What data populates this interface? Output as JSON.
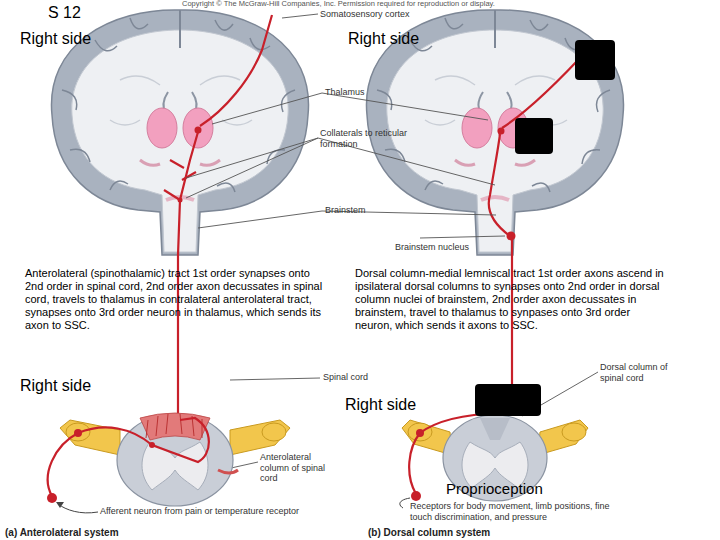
{
  "diagram": {
    "labels": [
      "S 12",
      "Copyright © The McGraw-Hill Companies, Inc. Permission required for reproduction or display.",
      "Right side",
      "Right side",
      "Somatosensory cortex",
      "Thalamus",
      "Collaterals to reticular formation",
      "Brainstem",
      "Brainstem nucleus",
      "Anterolateral (spinothalamic) tract 1st order synapses onto 2nd order in spinal cord, 2nd order axon decussates in spinal cord, travels to thalamus in contralateral anterolateral tract, synapses onto 3rd order neuron in thalamus, which sends its axon to SSC.",
      "Dorsal column-medial lemniscal tract 1st order axons ascend in ipsilateral dorsal columns to synapses onto 2nd order in dorsal column nuclei of brainstem, 2nd order axon decussates in brainstem, travel to thalamus to synpases onto 3rd order neuron, which sends it axons to SSC.",
      "Right side",
      "Spinal cord",
      "Dorsal column of spinal cord",
      "Right side",
      "Anterolateral column of spinal cord",
      "Proprioception",
      "Afferent neuron from pain or temperature receptor",
      "Receptors for body movement, limb positions, fine touch discrimination, and pressure",
      "(a) Anterolateral system",
      "(b) Dorsal column system"
    ]
  }
}
